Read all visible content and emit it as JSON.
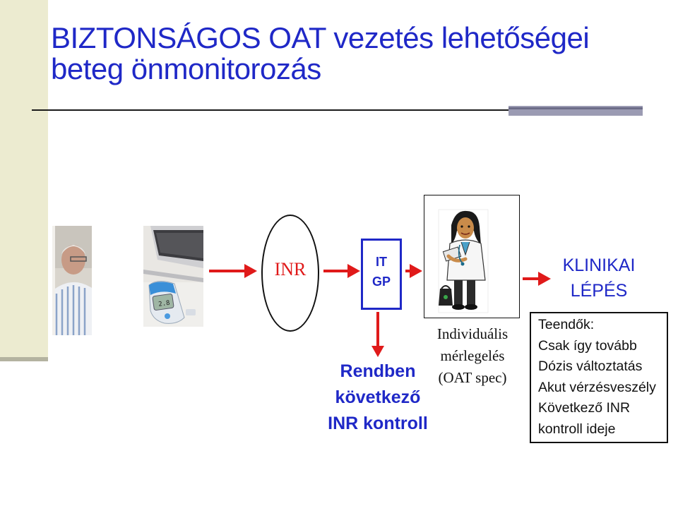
{
  "title": {
    "line1": "BIZTONSÁGOS OAT vezetés lehetőségei",
    "line2": "beteg önmonitorozás"
  },
  "flow": {
    "inr": "INR",
    "it": "IT",
    "gp": "GP",
    "individ": [
      "Individuális",
      "mérlegelés",
      "(OAT spec)"
    ],
    "rendben": [
      "Rendben",
      "következő",
      "INR kontroll"
    ],
    "klinikai": [
      "KLINIKAI",
      "LÉPÉS"
    ],
    "teendok": [
      "Teendők:",
      "Csak így tovább",
      "Dózis változtatás",
      "Akut vérzésveszély",
      "Következő INR",
      "kontroll ideje"
    ]
  },
  "device": {
    "display": "2.8"
  },
  "colors": {
    "title_blue": "#1f28c7",
    "arrow_red": "#e01a1a",
    "band": "#ecebd0"
  }
}
